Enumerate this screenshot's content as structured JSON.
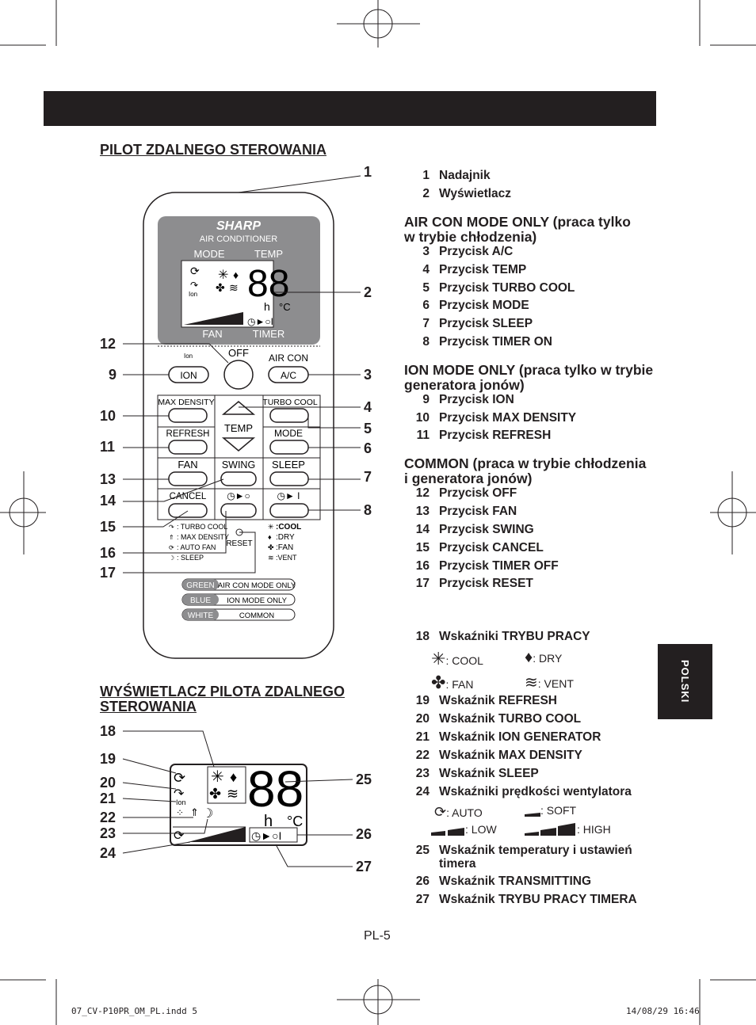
{
  "header_band": "",
  "section1_title": "PILOT ZDALNEGO STEROWANIA",
  "section2_title": "WYŚWIETLACZ PILOTA ZDALNEGO STEROWANIA",
  "section2_title_l1": "WYŚWIETLACZ PILOTA ZDALNEGO ",
  "section2_title_l2": "STEROWANIA",
  "side_tab": "POLSKI",
  "page_number": "PL-5",
  "footer_left": "07_CV-P10PR_OM_PL.indd   5",
  "footer_right": "14/08/29   16:46",
  "remote": {
    "brand": "SHARP",
    "subtitle": "AIR CONDITIONER",
    "mode": "MODE",
    "temp": "TEMP",
    "fan": "FAN",
    "timer": "TIMER",
    "digits": "88",
    "h": "h",
    "deg": "°C",
    "ion_small": "Ion",
    "off": "OFF",
    "air_con": "AIR CON",
    "ion_btn": "ION",
    "ac_btn": "A/C",
    "max_density": "MAX DENSITY",
    "turbo_cool": "TURBO COOL",
    "temp_btn": "TEMP",
    "refresh": "REFRESH",
    "mode_btn": "MODE",
    "fan_btn": "FAN",
    "swing": "SWING",
    "sleep": "SLEEP",
    "cancel": "CANCEL",
    "timer_off_sym": "◷►○",
    "timer_on_sym": "◷► I",
    "leg_turbo": ": TURBO COOL",
    "leg_max": ": MAX DENSITY",
    "leg_autofan": ": AUTO FAN",
    "leg_sleep": ": SLEEP",
    "reset": "RESET",
    "leg_cool": ":COOL",
    "leg_dry": ":DRY",
    "leg_fan": ":FAN",
    "leg_vent": ":VENT",
    "green": "GREEN",
    "green_txt": "AIR CON MODE ONLY",
    "blue": "BLUE",
    "blue_txt": "ION MODE ONLY",
    "white": "WHITE",
    "white_txt": "COMMON"
  },
  "callouts_remote": [
    "1",
    "2",
    "3",
    "4",
    "5",
    "6",
    "7",
    "8",
    "9",
    "10",
    "11",
    "12",
    "13",
    "14",
    "15",
    "16",
    "17"
  ],
  "callouts_display": [
    "18",
    "19",
    "20",
    "21",
    "22",
    "23",
    "24",
    "25",
    "26",
    "27"
  ],
  "list_top": [
    {
      "n": "1",
      "t": "Nadajnik"
    },
    {
      "n": "2",
      "t": "Wyświetlacz"
    }
  ],
  "group_aircon": {
    "title_l1": "AIR CON MODE ONLY (praca tylko",
    "title_l2": "w trybie chłodzenia)",
    "items": [
      {
        "n": "3",
        "t": "Przycisk A/C"
      },
      {
        "n": "4",
        "t": "Przycisk TEMP"
      },
      {
        "n": "5",
        "t": "Przycisk TURBO COOL"
      },
      {
        "n": "6",
        "t": "Przycisk MODE"
      },
      {
        "n": "7",
        "t": "Przycisk SLEEP"
      },
      {
        "n": "8",
        "t": "Przycisk TIMER ON"
      }
    ]
  },
  "group_ion": {
    "title_l1": "ION MODE ONLY (praca tylko w trybie",
    "title_l2": "generatora jonów)",
    "items": [
      {
        "n": "9",
        "t": "Przycisk ION"
      },
      {
        "n": "10",
        "t": "Przycisk MAX DENSITY"
      },
      {
        "n": "11",
        "t": "Przycisk REFRESH"
      }
    ]
  },
  "group_common": {
    "title_l1": "COMMON (praca w trybie chłodzenia",
    "title_l2": "i generatora jonów)",
    "items": [
      {
        "n": "12",
        "t": "Przycisk OFF"
      },
      {
        "n": "13",
        "t": "Przycisk FAN"
      },
      {
        "n": "14",
        "t": "Przycisk SWING"
      },
      {
        "n": "15",
        "t": "Przycisk CANCEL"
      },
      {
        "n": "16",
        "t": "Przycisk TIMER OFF"
      },
      {
        "n": "17",
        "t": "Przycisk RESET"
      }
    ]
  },
  "ind18": {
    "n": "18",
    "t": "Wskaźniki TRYBU PRACY",
    "cool": ": COOL",
    "dry": ": DRY",
    "fan": ": FAN",
    "vent": ": VENT"
  },
  "list_mid": [
    {
      "n": "19",
      "t": "Wskaźnik REFRESH"
    },
    {
      "n": "20",
      "t": "Wskaźnik TURBO COOL"
    },
    {
      "n": "21",
      "t": "Wskaźnik ION GENERATOR"
    },
    {
      "n": "22",
      "t": "Wskaźnik MAX DENSITY"
    },
    {
      "n": "23",
      "t": "Wskaźnik SLEEP"
    }
  ],
  "ind24": {
    "n": "24",
    "t": "Wskaźniki prędkości wentylatora",
    "auto": ": AUTO",
    "soft": ": SOFT",
    "low": ": LOW",
    "high": ": HIGH"
  },
  "ind25": {
    "n": "25",
    "t_l1": "Wskaźnik temperatury i ustawień",
    "t_l2": "timera"
  },
  "list_bottom": [
    {
      "n": "26",
      "t": "Wskaźnik TRANSMITTING"
    },
    {
      "n": "27",
      "t": "Wskaźnik TRYBU PRACY TIMERA"
    }
  ]
}
